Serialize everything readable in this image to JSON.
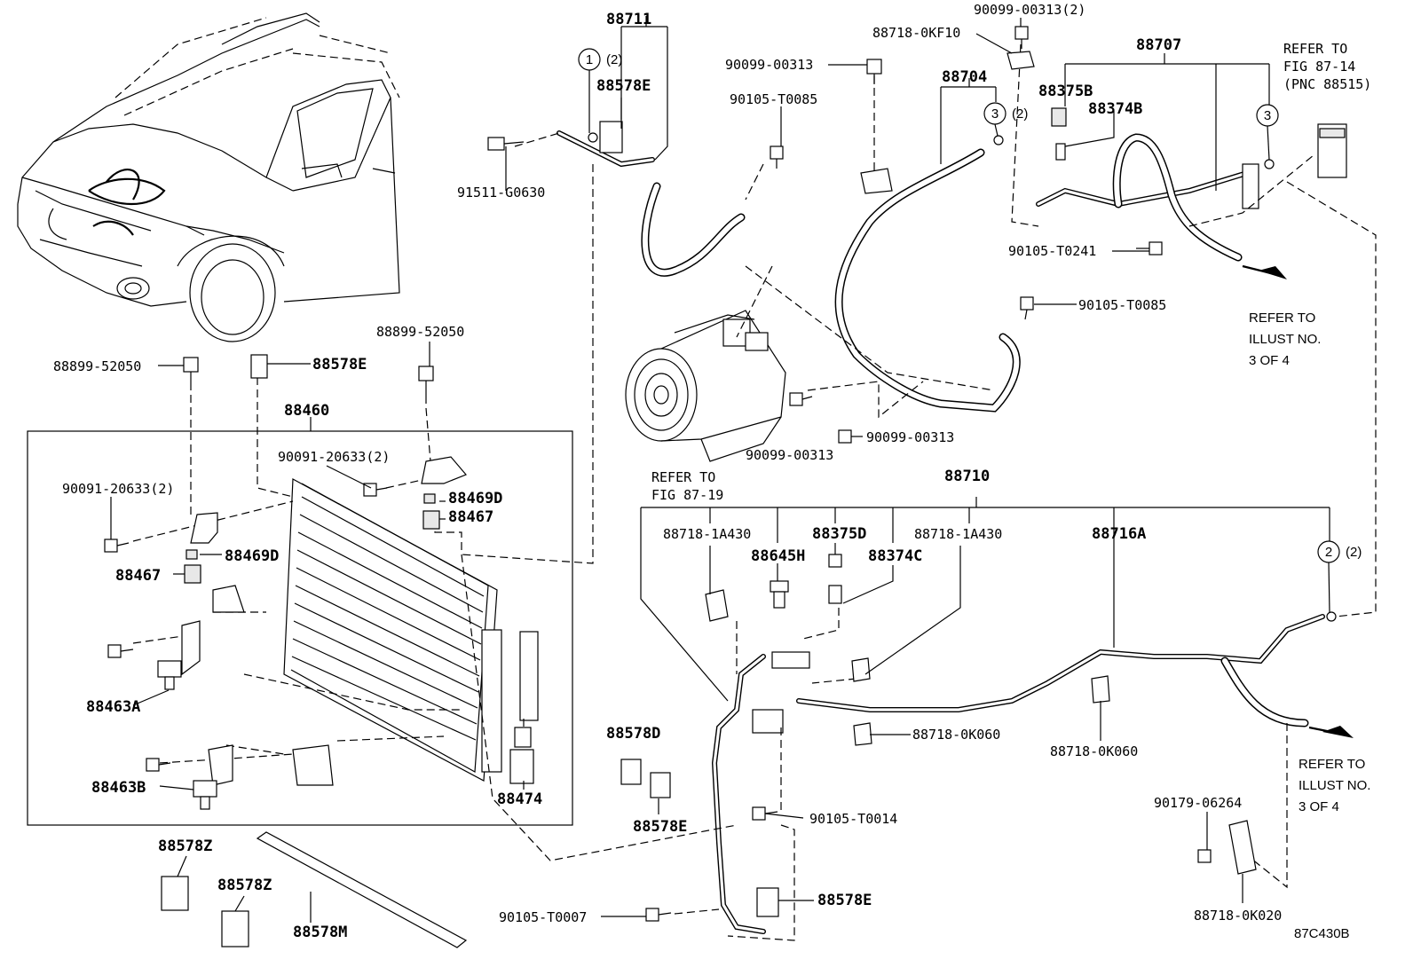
{
  "diagram_code": "87C430B",
  "labels": {
    "p88711": "88711",
    "p88578E_top": "88578E",
    "p91511": "91511-G0630",
    "p90099_a": "90099-00313",
    "p90105_t0085_a": "90105-T0085",
    "p90099_2": "90099-00313(2)",
    "p88718_0KF10": "88718-0KF10",
    "p88704": "88704",
    "p88707": "88707",
    "p88375B": "88375B",
    "p88374B": "88374B",
    "refer_fig8714_1": "REFER TO",
    "refer_fig8714_2": "FIG 87-14",
    "refer_fig8714_3": "(PNC 88515)",
    "p90105_t0241": "90105-T0241",
    "p90105_t0085_b": "90105-T0085",
    "refer_ill_a1": "REFER TO",
    "refer_ill_a2": "ILLUST NO.",
    "refer_ill_a3": "3 OF 4",
    "p88899_a": "88899-52050",
    "p88899_b": "88899-52050",
    "p88578E_mid": "88578E",
    "p88460": "88460",
    "p90099_b": "90099-00313",
    "p90099_c": "90099-00313",
    "refer_fig8719_1": "REFER TO",
    "refer_fig8719_2": "FIG 87-19",
    "p90091_a": "90091-20633(2)",
    "p90091_b": "90091-20633(2)",
    "p88469D_a": "88469D",
    "p88467_a": "88467",
    "p88469D_b": "88469D",
    "p88467_b": "88467",
    "p88463A": "88463A",
    "p88463B": "88463B",
    "p88474": "88474",
    "p88710": "88710",
    "p88718_1A430_a": "88718-1A430",
    "p88375D": "88375D",
    "p88718_1A430_b": "88718-1A430",
    "p88716A": "88716A",
    "p88645H": "88645H",
    "p88374C": "88374C",
    "p88718_0K060_a": "88718-0K060",
    "p88718_0K060_b": "88718-0K060",
    "refer_ill_b1": "REFER TO",
    "refer_ill_b2": "ILLUST NO.",
    "refer_ill_b3": "3 OF 4",
    "p88578D": "88578D",
    "p88578E_low": "88578E",
    "p90105_t0014": "90105-T0014",
    "p90179": "90179-06264",
    "p88578Z_a": "88578Z",
    "p88578Z_b": "88578Z",
    "p88578M": "88578M",
    "p90105_t0007": "90105-T0007",
    "p88578E_bot": "88578E",
    "p88718_0K020": "88718-0K020"
  },
  "callouts": {
    "c1_num": "1",
    "c1_qty": "(2)",
    "c3a_num": "3",
    "c3a_qty": "(2)",
    "c3b_num": "3",
    "c2_num": "2",
    "c2_qty": "(2)"
  }
}
